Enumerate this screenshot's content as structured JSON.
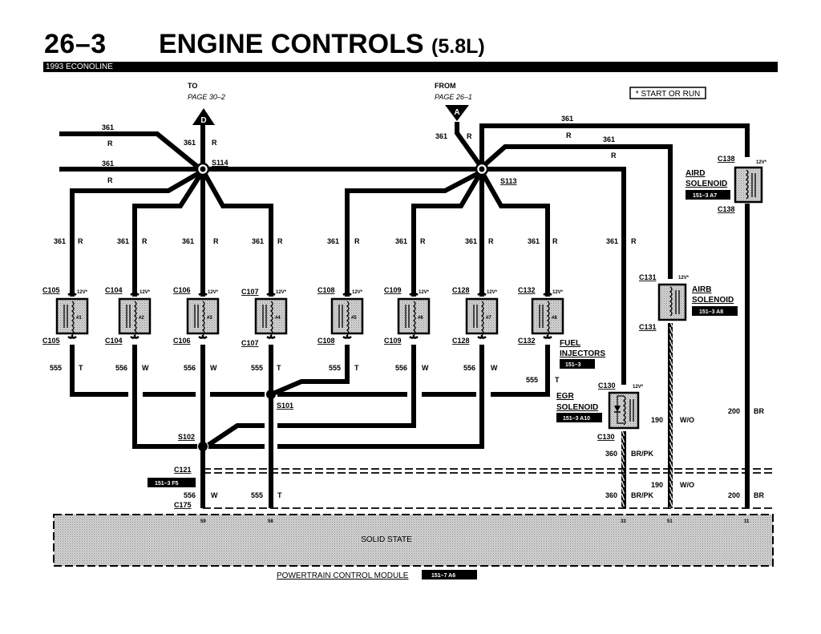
{
  "header": {
    "page_number": "26–3",
    "title": "ENGINE CONTROLS",
    "title_suffix": "(5.8L)",
    "vehicle": "1993 ECONOLINE"
  },
  "note": "* START OR RUN",
  "references": {
    "to": {
      "label": "TO",
      "page": "PAGE 30–2",
      "marker": "D"
    },
    "from": {
      "label": "FROM",
      "page": "PAGE 26–1",
      "marker": "A"
    }
  },
  "splices": {
    "s114": "S114",
    "s113": "S113",
    "s101": "S101",
    "s102": "S102"
  },
  "wire": {
    "power_circuit": "361",
    "power_color": "R",
    "voltage": "12V*"
  },
  "injectors": [
    {
      "connector": "C105",
      "number": "#1",
      "circuit": "555",
      "color": "T"
    },
    {
      "connector": "C104",
      "number": "#2",
      "circuit": "556",
      "color": "W"
    },
    {
      "connector": "C106",
      "number": "#3",
      "circuit": "556",
      "color": "W"
    },
    {
      "connector": "C107",
      "number": "#4",
      "circuit": "555",
      "color": "T"
    },
    {
      "connector": "C108",
      "number": "#5",
      "circuit": "555",
      "color": "T"
    },
    {
      "connector": "C109",
      "number": "#6",
      "circuit": "556",
      "color": "W"
    },
    {
      "connector": "C128",
      "number": "#7",
      "circuit": "556",
      "color": "W"
    },
    {
      "connector": "C132",
      "number": "#8",
      "circuit": "555",
      "color": "T"
    }
  ],
  "fuel_injectors": {
    "label_line1": "FUEL",
    "label_line2": "INJECTORS",
    "ref": "151–3"
  },
  "egr": {
    "connector": "C130",
    "label_line1": "EGR",
    "label_line2": "SOLENOID",
    "ref": "151–3  A10",
    "circuit": "360",
    "color": "BR/PK"
  },
  "airb": {
    "connector": "C131",
    "label_line1": "AIRB",
    "label_line2": "SOLENOID",
    "ref": "151–3  A8",
    "circuit": "190",
    "color": "W/O"
  },
  "aird": {
    "connector": "C138",
    "label_line1": "AIRD",
    "label_line2": "SOLENOID",
    "ref": "151–3  A7",
    "circuit": "200",
    "color": "BR"
  },
  "connectors": {
    "c121": "C121",
    "c121_ref": "151–3  F5",
    "c175": "C175"
  },
  "bottom_wires": [
    {
      "circuit": "556",
      "color": "W",
      "pin": "59"
    },
    {
      "circuit": "555",
      "color": "T",
      "pin": "58"
    },
    {
      "circuit": "360",
      "color": "BR/PK",
      "pin": "33"
    },
    {
      "circuit": "190",
      "color": "W/O",
      "pin": "51"
    },
    {
      "circuit": "200",
      "color": "BR",
      "pin": "11"
    }
  ],
  "pcm": {
    "body": "SOLID STATE",
    "name": "POWERTRAIN CONTROL MODULE",
    "ref": "151–7  A6"
  }
}
